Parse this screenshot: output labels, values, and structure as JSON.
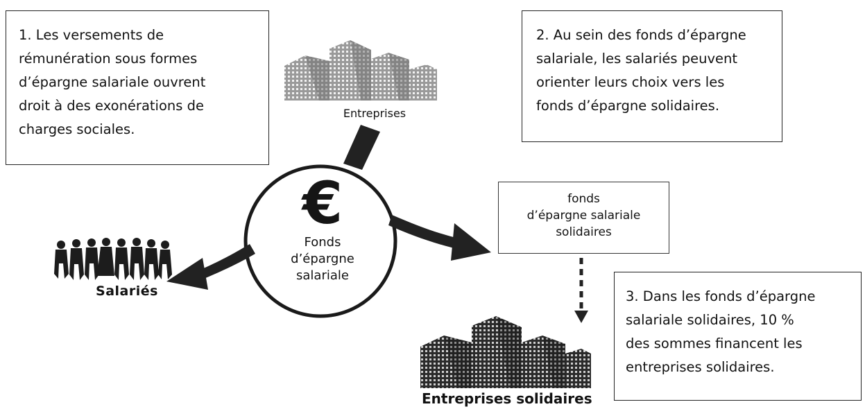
{
  "notes": {
    "note1": [
      "1. Les versements de",
      "rémunération sous formes",
      "d’épargne salariale ouvrent",
      "droit à des exonérations de",
      "charges sociales."
    ],
    "note2": [
      "2. Au sein des fonds d’épargne",
      "salariale, les salariés peuvent",
      "orienter leurs choix vers les",
      "fonds d’épargne solidaires."
    ],
    "note3": [
      "3. Dans les fonds d’épargne",
      "salariale solidaires, 10 %",
      "des sommes financent les",
      "entreprises solidaires."
    ]
  },
  "center": {
    "symbol": "€",
    "label": [
      "Fonds",
      "d’épargne",
      "salariale"
    ]
  },
  "nodes": {
    "entreprises": "Entreprises",
    "salaries": "Salariés",
    "fund_solidaires": [
      "fonds",
      "d’épargne salariale",
      "solidaires"
    ],
    "entreprises_solidaires": "Entreprises solidaires"
  },
  "colors": {
    "ink": "#111111",
    "building": "#8a8a8a",
    "building_dark": "#2a2a2a"
  }
}
